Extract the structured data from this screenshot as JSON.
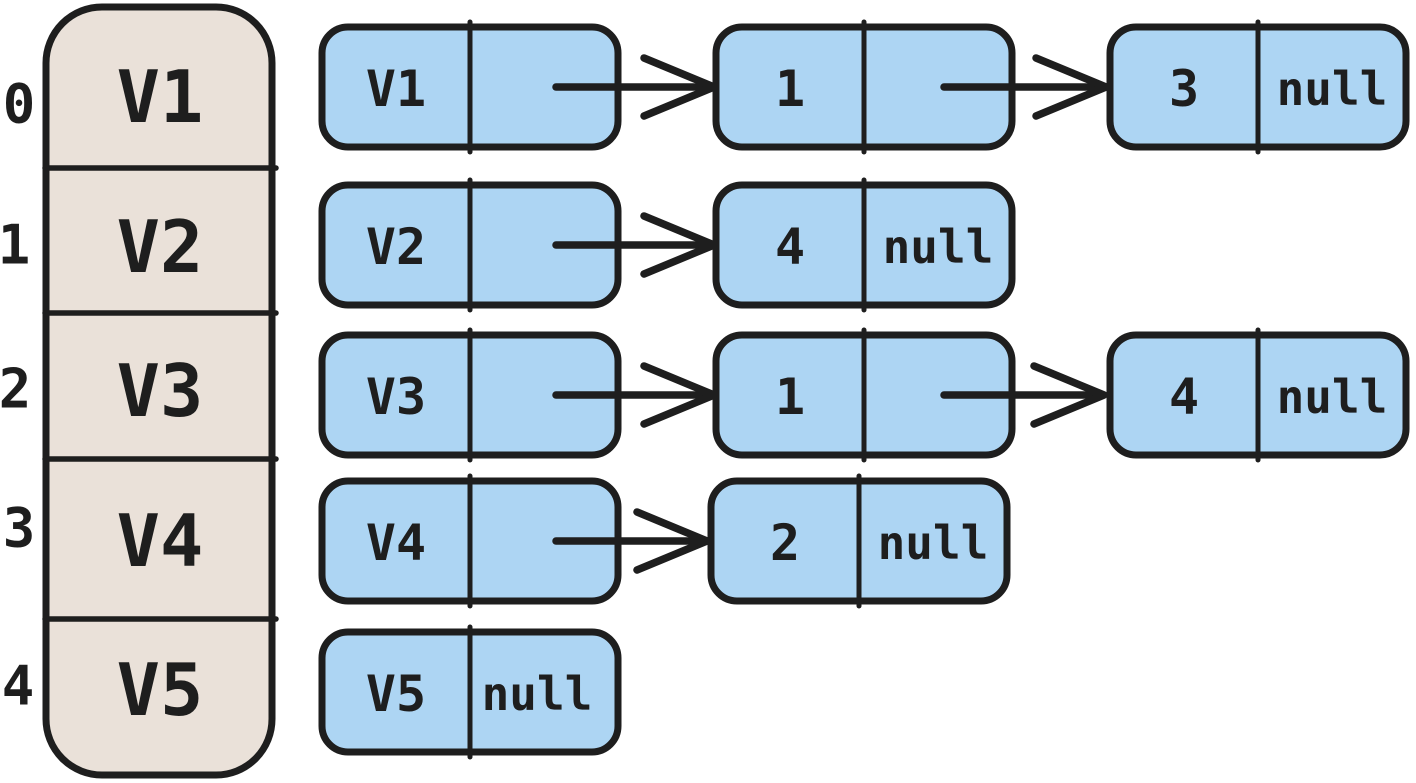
{
  "colors": {
    "background": "#ffffff",
    "ink": "#1e1e1e",
    "array-fill": "#eae1d9",
    "node-fill": "#add5f3"
  },
  "array": {
    "indices": [
      "0",
      "1",
      "2",
      "3",
      "4"
    ],
    "cells": [
      {
        "label": "V1"
      },
      {
        "label": "V2"
      },
      {
        "label": "V3"
      },
      {
        "label": "V4"
      },
      {
        "label": "V5"
      }
    ]
  },
  "lists": [
    {
      "nodes": [
        {
          "value": "V1",
          "next": "arrow"
        },
        {
          "value": "1",
          "next": "arrow"
        },
        {
          "value": "3",
          "next": "null"
        }
      ]
    },
    {
      "nodes": [
        {
          "value": "V2",
          "next": "arrow"
        },
        {
          "value": "4",
          "next": "null"
        }
      ]
    },
    {
      "nodes": [
        {
          "value": "V3",
          "next": "arrow"
        },
        {
          "value": "1",
          "next": "arrow"
        },
        {
          "value": "4",
          "next": "null"
        }
      ]
    },
    {
      "nodes": [
        {
          "value": "V4",
          "next": "arrow"
        },
        {
          "value": "2",
          "next": "null"
        }
      ]
    },
    {
      "nodes": [
        {
          "value": "V5",
          "next": "null"
        }
      ]
    }
  ]
}
